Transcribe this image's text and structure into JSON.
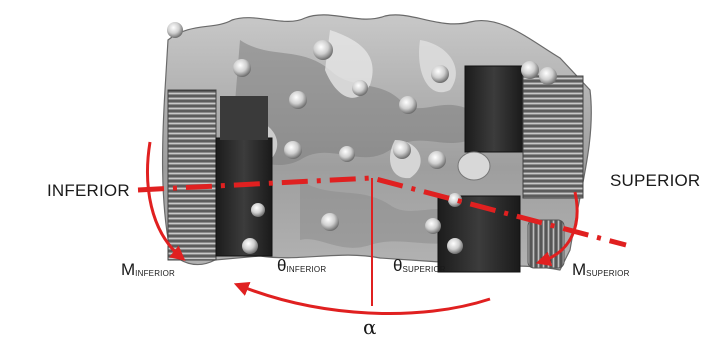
{
  "labels": {
    "inferior": "INFERIOR",
    "superior": "SUPERIOR",
    "m_inferior_symbol": "M",
    "m_inferior_subscript": "INFERIOR",
    "theta_inferior_symbol": "θ",
    "theta_inferior_subscript": "INFERIOR",
    "theta_superior_symbol": "θ",
    "theta_superior_subscript": "SUPERIOR",
    "m_superior_symbol": "M",
    "m_superior_subscript": "SUPERIOR",
    "alpha": "α"
  },
  "colors": {
    "annotation": "#e02020",
    "text": "#1a1a1a",
    "bone": "#a9a9a9",
    "screw": "#2b2b2b",
    "ring": "#6f6f6f"
  }
}
